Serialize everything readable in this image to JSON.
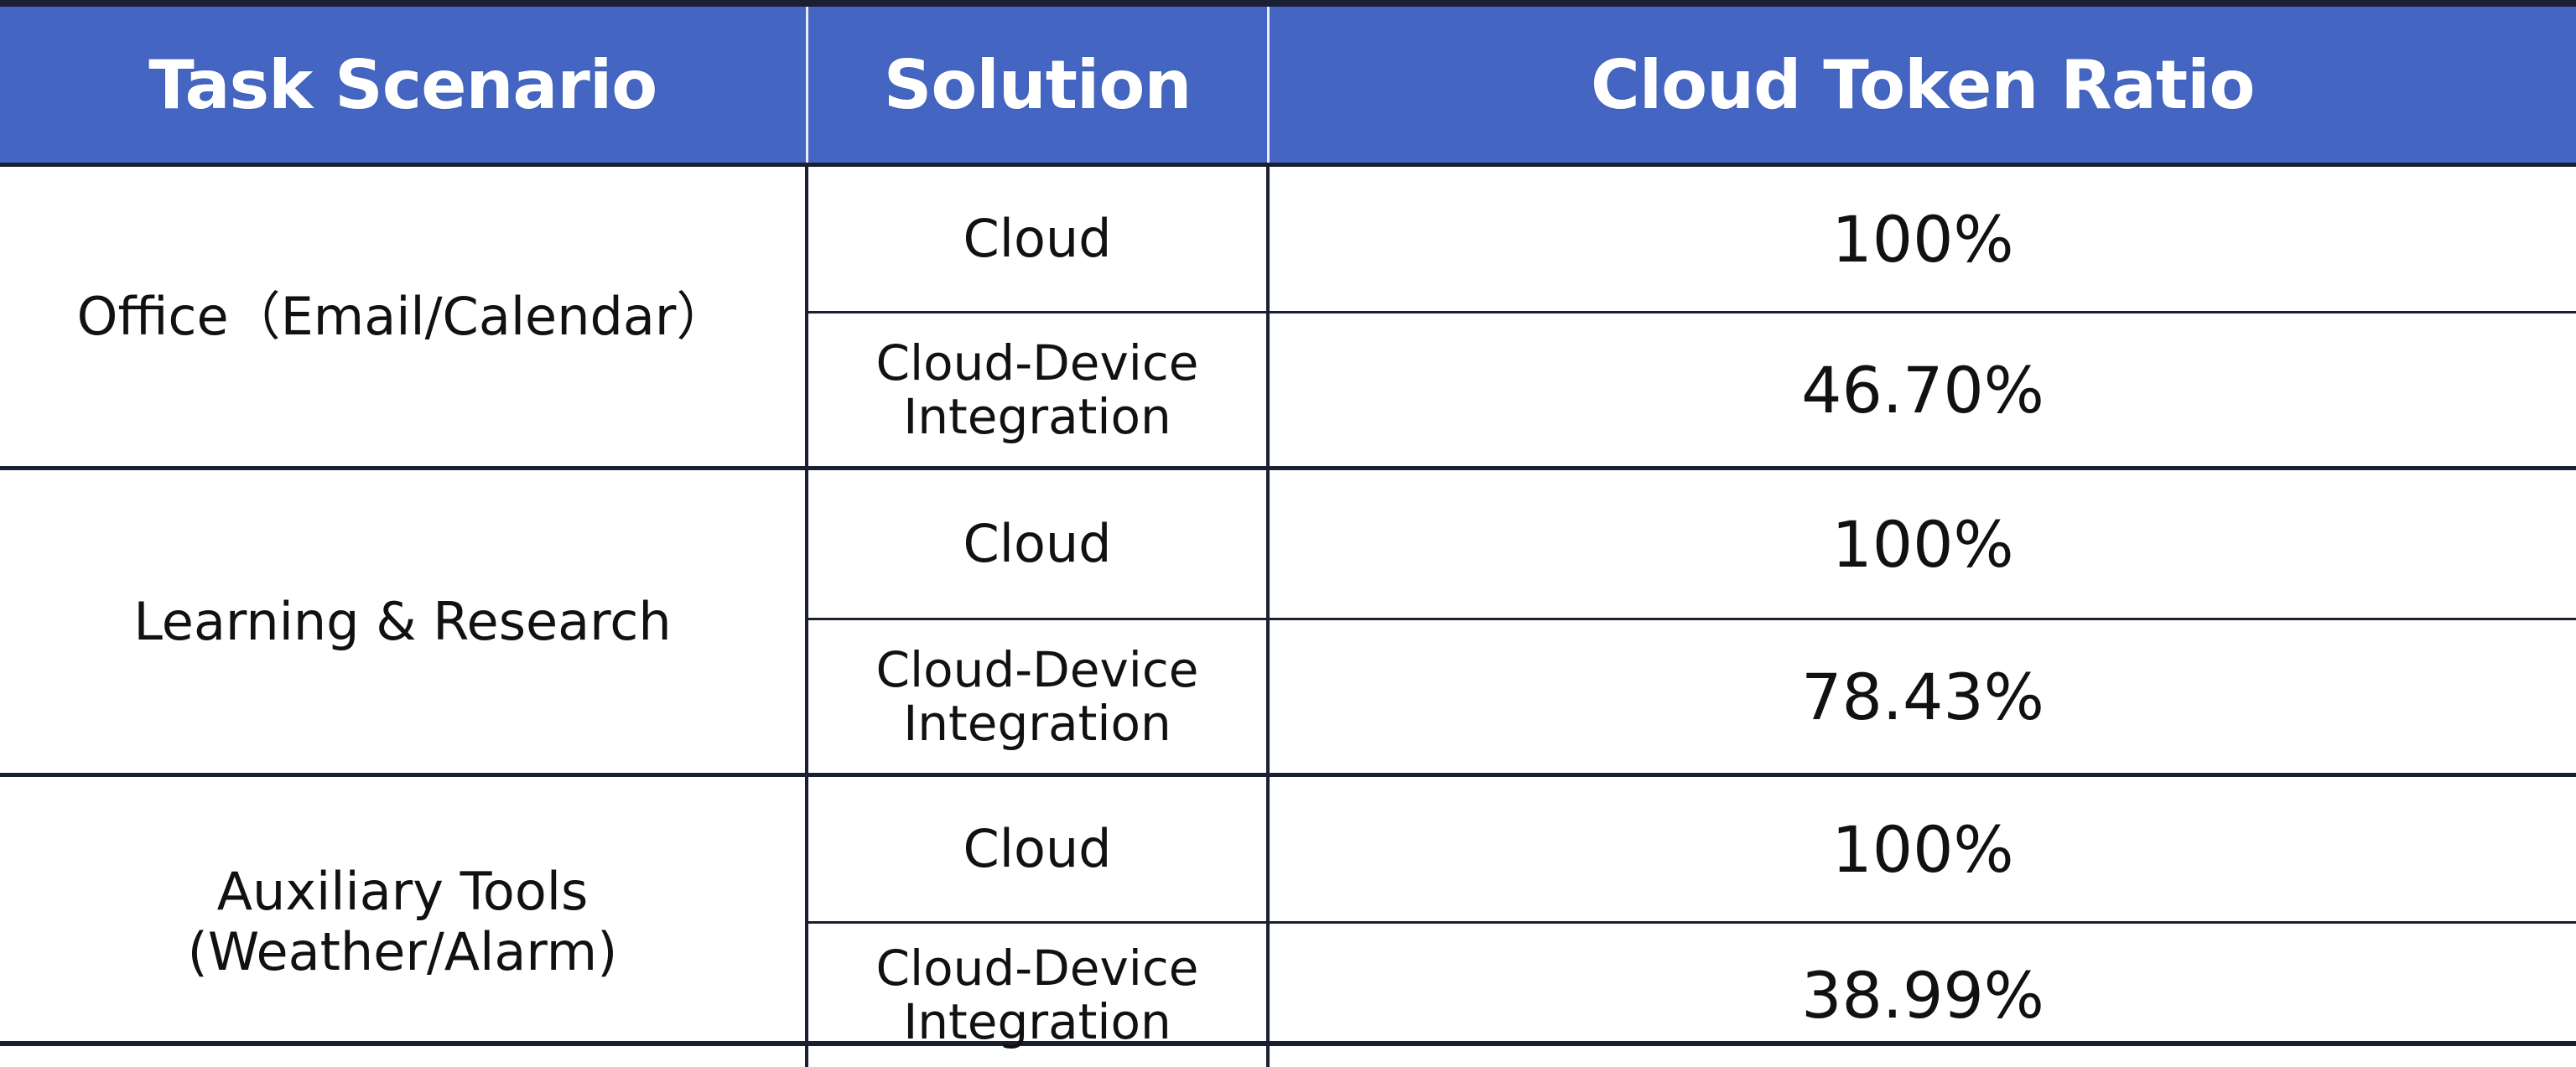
{
  "chart_data": {
    "type": "table",
    "columns": [
      "Task Scenario",
      "Solution",
      "Cloud Token Ratio"
    ],
    "groups": [
      {
        "scenario_lines": [
          "Office（Email/Calendar）"
        ],
        "rows": [
          {
            "solution_lines": [
              "Cloud"
            ],
            "ratio": "100%",
            "value": 100
          },
          {
            "solution_lines": [
              "Cloud-Device",
              "Integration"
            ],
            "ratio": "46.70%",
            "value": 46.7
          }
        ]
      },
      {
        "scenario_lines": [
          "Learning & Research"
        ],
        "rows": [
          {
            "solution_lines": [
              "Cloud"
            ],
            "ratio": "100%",
            "value": 100
          },
          {
            "solution_lines": [
              "Cloud-Device",
              "Integration"
            ],
            "ratio": "78.43%",
            "value": 78.43
          }
        ]
      },
      {
        "scenario_lines": [
          "Auxiliary Tools",
          "(Weather/Alarm)"
        ],
        "rows": [
          {
            "solution_lines": [
              "Cloud"
            ],
            "ratio": "100%",
            "value": 100
          },
          {
            "solution_lines": [
              "Cloud-Device",
              "Integration"
            ],
            "ratio": "38.99%",
            "value": 38.99
          }
        ]
      }
    ]
  },
  "colors": {
    "header_bg": "#4466c2",
    "header_text": "#ffffff",
    "grid": "#1a1f33",
    "body_text": "#111111"
  }
}
